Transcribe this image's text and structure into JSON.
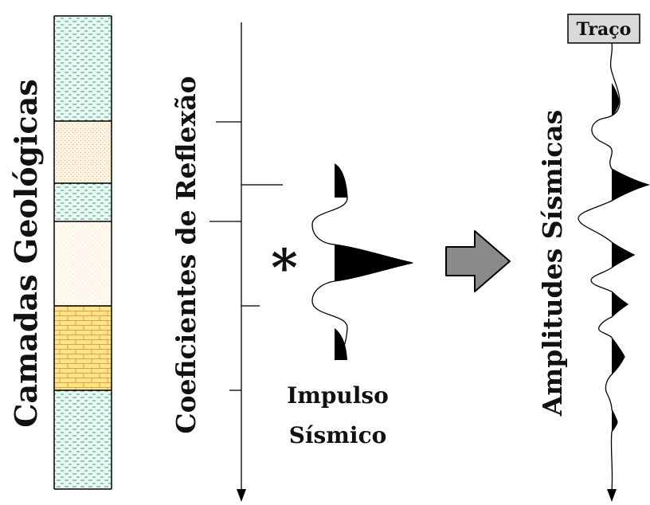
{
  "labels": {
    "geologic_layers": "Camadas Geológicas",
    "reflection_coefficients": "Coeficientes de Reflexão",
    "convolution_symbol": "*",
    "pulse_line1": "Impulso",
    "pulse_line2": "Sísmico",
    "seismic_amplitudes": "Amplitudes Sísmicas",
    "trace_header": "Traço"
  },
  "colors": {
    "green_fill": "#e9f8f4",
    "green_dash": "#2ea06a",
    "light_tan_fill": "#fff6e8",
    "light_tan_dots": "#e6b772",
    "lighter_tan_fill": "#fffaf1",
    "lighter_tan_dots": "#f2d2a0",
    "brick_fill": "#ffe38f",
    "brick_line": "#d9a636",
    "arrow_fill": "#8a8a8a",
    "header_fill": "#d9d9d9"
  },
  "layer_lithology": [
    "shale",
    "sandstone",
    "shale",
    "sandstone",
    "limestone",
    "shale"
  ]
}
